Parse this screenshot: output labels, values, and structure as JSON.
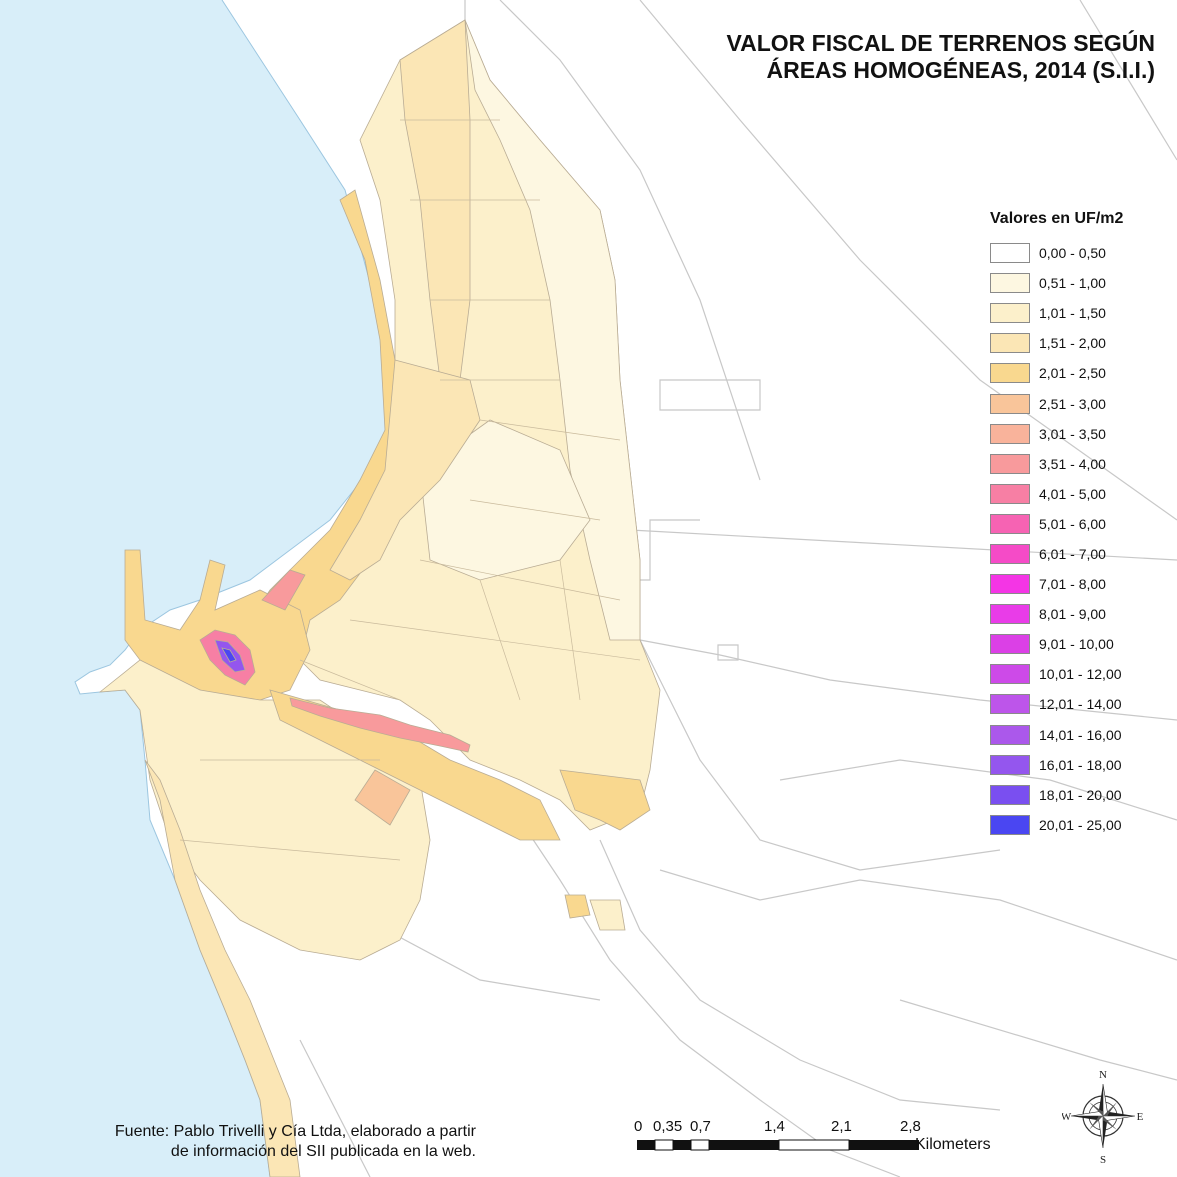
{
  "map": {
    "title_line1": "VALOR FISCAL DE TERRENOS SEGÚN",
    "title_line2": "ÁREAS HOMOGÉNEAS, 2014 (S.I.I.)",
    "source_line1": "Fuente: Pablo Trivelli y Cía Ltda, elaborado a partir",
    "source_line2": "de información del SII publicada en la web.",
    "colors": {
      "sea": "#d8eef9",
      "land": "#ffffff",
      "road": "#c8c8c8",
      "zone_border": "#b9ac94"
    }
  },
  "legend": {
    "title": "Valores en UF/m2",
    "items": [
      {
        "label": "0,00 - 0,50",
        "color": "#ffffff"
      },
      {
        "label": "0,51 - 1,00",
        "color": "#fdf7e1"
      },
      {
        "label": "1,01 - 1,50",
        "color": "#fcf0cb"
      },
      {
        "label": "1,51 - 2,00",
        "color": "#fbe6b5"
      },
      {
        "label": "2,01 - 2,50",
        "color": "#f9d88f"
      },
      {
        "label": "2,51 - 3,00",
        "color": "#f9c59a"
      },
      {
        "label": "3,01 - 3,50",
        "color": "#f9b39b"
      },
      {
        "label": "3,51 - 4,00",
        "color": "#f89a9c"
      },
      {
        "label": "4,01 - 5,00",
        "color": "#f77fa4"
      },
      {
        "label": "5,01 - 6,00",
        "color": "#f663b3"
      },
      {
        "label": "6,01 - 7,00",
        "color": "#f54bc7"
      },
      {
        "label": "7,01 - 8,00",
        "color": "#f435e5"
      },
      {
        "label": "8,01 - 9,00",
        "color": "#e93ce8"
      },
      {
        "label": "9,01 - 10,00",
        "color": "#db40e6"
      },
      {
        "label": "10,01 - 12,00",
        "color": "#cd4ae8"
      },
      {
        "label": "12,01 - 14,00",
        "color": "#bd55ea"
      },
      {
        "label": "14,01 - 16,00",
        "color": "#ab58eb"
      },
      {
        "label": "16,01 - 18,00",
        "color": "#9456ee"
      },
      {
        "label": "18,01 - 20,00",
        "color": "#7a4ff0"
      },
      {
        "label": "20,01 - 25,00",
        "color": "#4a46f2"
      }
    ]
  },
  "scalebar": {
    "ticks": [
      "0",
      "0,35",
      "0,7",
      "1,4",
      "2,1",
      "2,8"
    ],
    "units": "Kilometers"
  },
  "compass": {
    "n": "N",
    "s": "S",
    "e": "E",
    "w": "W"
  }
}
